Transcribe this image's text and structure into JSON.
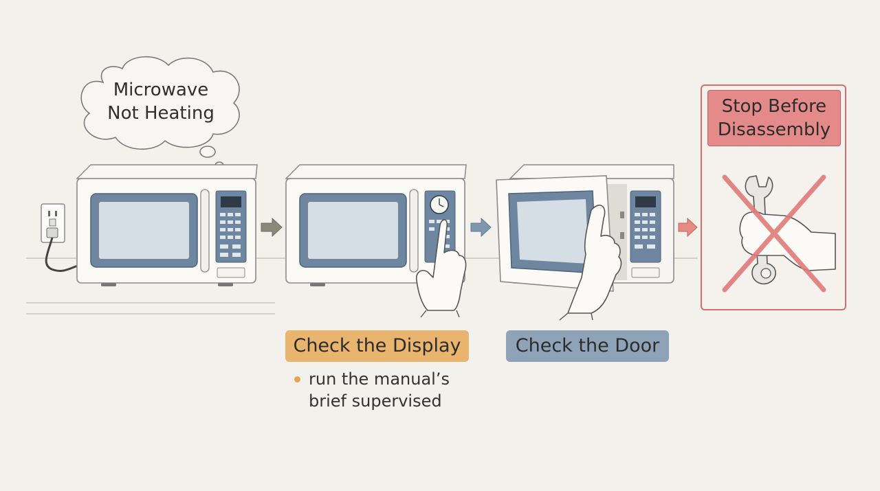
{
  "thought_bubble": {
    "line1": "Microwave",
    "line2": "Not Heating"
  },
  "steps": {
    "display": {
      "label": "Check the Display",
      "note_line1": "run the manual’s",
      "note_line2": "brief supervised"
    },
    "door": {
      "label": "Check the Door"
    },
    "stop": {
      "line1": "Stop Before",
      "line2": "Disassembly"
    }
  },
  "colors": {
    "background": "#f3f1ec",
    "display_badge": "#e9b46d",
    "door_badge": "#8ea3b8",
    "stop_badge": "#e58a8a",
    "stop_cross": "#e07a7a",
    "microwave_window": "#6f86a0",
    "note_bullet": "#e7a553"
  },
  "icons": [
    "thought-bubble-icon",
    "wall-outlet-icon",
    "microwave-icon",
    "arrow-right-icon",
    "clock-icon",
    "pointing-hand-icon",
    "hand-opening-door-icon",
    "wrench-icon",
    "prohibition-cross-icon"
  ]
}
